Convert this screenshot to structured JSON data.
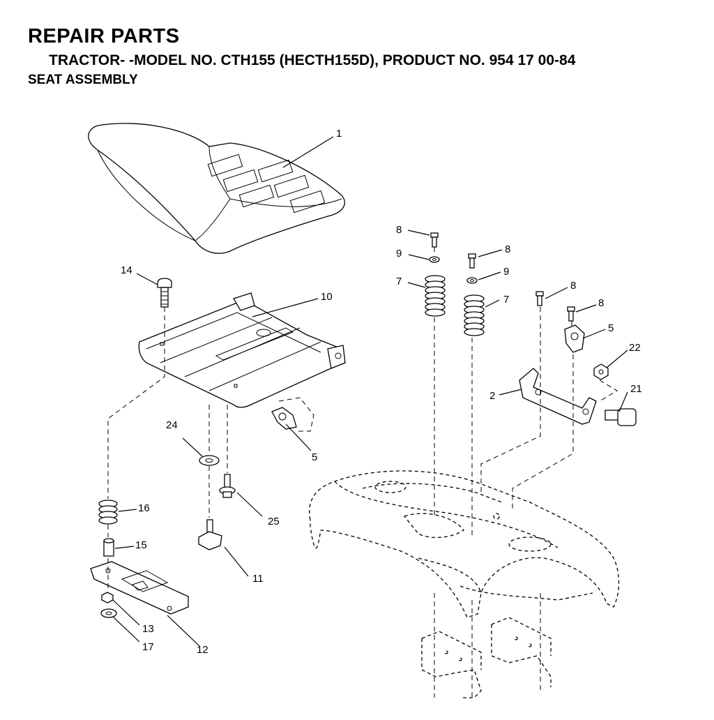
{
  "header": {
    "title": "REPAIR PARTS",
    "subtitle": "TRACTOR- -MODEL NO. CTH155 (HECTH155D), PRODUCT NO. 954 17 00-84",
    "section": "SEAT ASSEMBLY"
  },
  "callouts": [
    {
      "id": "c-1",
      "label": "1"
    },
    {
      "id": "c-14",
      "label": "14"
    },
    {
      "id": "c-10",
      "label": "10"
    },
    {
      "id": "c-5a",
      "label": "5"
    },
    {
      "id": "c-24",
      "label": "24"
    },
    {
      "id": "c-25",
      "label": "25"
    },
    {
      "id": "c-16",
      "label": "16"
    },
    {
      "id": "c-15",
      "label": "15"
    },
    {
      "id": "c-11",
      "label": "11"
    },
    {
      "id": "c-13",
      "label": "13"
    },
    {
      "id": "c-17",
      "label": "17"
    },
    {
      "id": "c-12",
      "label": "12"
    },
    {
      "id": "c-8a",
      "label": "8"
    },
    {
      "id": "c-9a",
      "label": "9"
    },
    {
      "id": "c-7a",
      "label": "7"
    },
    {
      "id": "c-8b",
      "label": "8"
    },
    {
      "id": "c-9b",
      "label": "9"
    },
    {
      "id": "c-7b",
      "label": "7"
    },
    {
      "id": "c-8c",
      "label": "8"
    },
    {
      "id": "c-8d",
      "label": "8"
    },
    {
      "id": "c-5b",
      "label": "5"
    },
    {
      "id": "c-22",
      "label": "22"
    },
    {
      "id": "c-2",
      "label": "2"
    },
    {
      "id": "c-21",
      "label": "21"
    }
  ]
}
